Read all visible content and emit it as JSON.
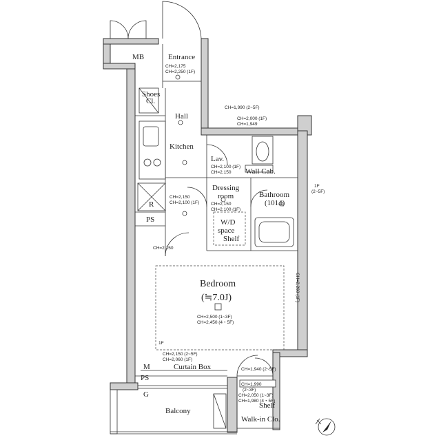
{
  "rooms": {
    "mb": "MB",
    "entrance": "Entrance",
    "shoes": "Shoes",
    "shoes_cl": "Cl.",
    "hall": "Hall",
    "kitchen": "Kitchen",
    "lav": "Lav.",
    "wall_cab": "Wall Cab.",
    "dressing_1": "Dressing",
    "dressing_2": "room",
    "bathroom": "Bathroom",
    "bathroom_size": "(1014)",
    "wd_1": "W/D",
    "wd_2": "space",
    "shelf": "Shelf",
    "r": "R",
    "ps": "PS",
    "ps2": "PS",
    "m": "M",
    "g": "G",
    "bedroom": "Bedroom",
    "bedroom_size": "(≒7.0J)",
    "curtain_box": "Curtain Box",
    "balcony": "Balcony",
    "shelf2": "Shelf",
    "walkin": "Walk-in Clo."
  },
  "ceiling_heights": {
    "entrance_1": "CH=2,175",
    "entrance_2": "CH=2,250 (1F)",
    "hall_1": "CH=1,990 (2~5F)",
    "hall_2": "CH=2,000 (1F)",
    "hall_3": "CH=1,949",
    "lav_1": "CH=2,100 (1F)",
    "lav_2": "CH=2,150",
    "kitchen_1": "CH=2,150",
    "kitchen_2": "CH=2,100 (1F)",
    "dressing_1": "CH=2,150",
    "dressing_2": "CH=2,100 (1F)",
    "bath": "1F",
    "bath_2": "(2~5F)",
    "corridor": "CH=2,150",
    "bedroom_1": "CH=2,500  (1~3F)",
    "bedroom_2": "CH=2,450  (4・5F)",
    "bed_low_1": "CH=2,150 (2~5F)",
    "bed_low_2": "CH=2,060 (1F)",
    "bed_right": "CH=1,940 (2~5F)",
    "one_f": "1F",
    "side_vertical": "CH=2,260 (1F)",
    "walkin_1": "CH=1,990",
    "walkin_2": "(2~3F)",
    "walkin_3": "CH=2,050 (1~3F)",
    "walkin_4": "CH=1,980 (4・5F)"
  },
  "icons": [
    "north-arrow-icon",
    "ceiling-light-icon",
    "washbasin-icon",
    "bathtub-icon",
    "stove-icon",
    "sink-icon"
  ]
}
